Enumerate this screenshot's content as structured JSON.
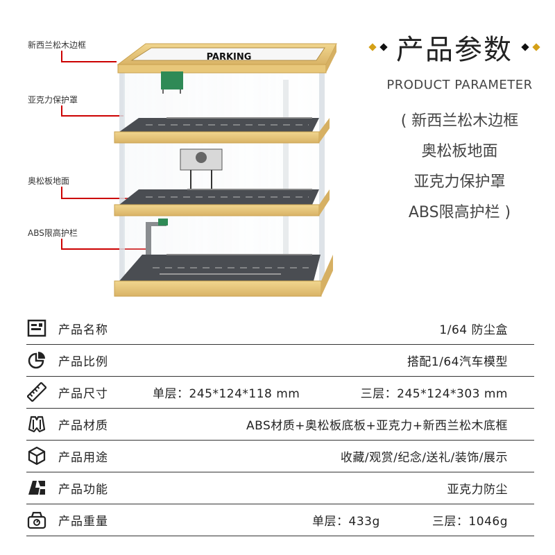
{
  "header": {
    "title": "产品参数",
    "subtitle": "PRODUCT PARAMETER",
    "spec_lines": [
      "( 新西兰松木边框",
      "奥松板地面",
      "亚克力保护罩",
      "ABS限高护栏 )"
    ]
  },
  "callouts": [
    {
      "label": "新西兰松木边框"
    },
    {
      "label": "亚克力保护罩"
    },
    {
      "label": "奥松板地面"
    },
    {
      "label": "ABS限高护栏"
    }
  ],
  "case_sign": "PARKING",
  "specs": [
    {
      "icon": "id-card-icon",
      "label": "产品名称",
      "value": "1/64 防尘盒"
    },
    {
      "icon": "pie-chart-icon",
      "label": "产品比例",
      "value": "搭配1/64汽车模型"
    },
    {
      "icon": "ruler-icon",
      "label": "产品尺寸",
      "value_left": "单层：245*124*118 mm",
      "value": "三层：245*124*303 mm"
    },
    {
      "icon": "material-icon",
      "label": "产品材质",
      "value": "ABS材质+奥松板底板+亚克力+新西兰松木底框"
    },
    {
      "icon": "cube-icon",
      "label": "产品用途",
      "value": "收藏/观赏/纪念/送礼/装饰/展示"
    },
    {
      "icon": "function-icon",
      "label": "产品功能",
      "value": "亚克力防尘"
    },
    {
      "icon": "scale-icon",
      "label": "产品重量",
      "value_left": "单层：433g",
      "value": "三层：1046g"
    }
  ],
  "colors": {
    "accent_red": "#cc0000",
    "gold": "#d4a017",
    "wood": "#e8c77a",
    "asphalt": "#4a4d52"
  }
}
